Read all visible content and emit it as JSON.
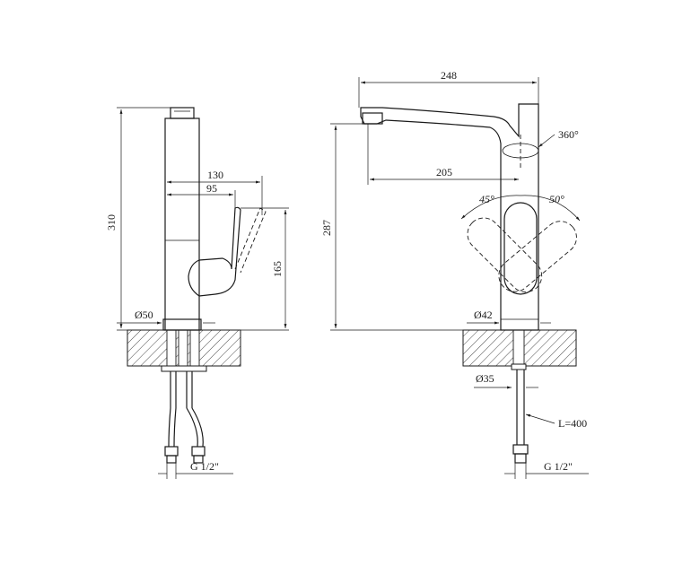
{
  "colors": {
    "line": "#1a1a1a",
    "background": "#ffffff"
  },
  "side_view": {
    "dim_height_total": "310",
    "dim_reach_lever": "130",
    "dim_reach_body": "95",
    "dim_lever_height": "165",
    "dim_base_diameter": "Ø50",
    "dim_hose_thread": "G 1/2\""
  },
  "front_view": {
    "dim_spout_length": "248",
    "dim_spout_reach": "205",
    "dim_spout_height": "287",
    "dim_rotation": "360°",
    "dim_angle_left": "45°",
    "dim_angle_right": "50°",
    "dim_base_diameter": "Ø42",
    "dim_shank_diameter": "Ø35",
    "dim_hose_length": "L=400",
    "dim_hose_thread": "G 1/2\""
  }
}
